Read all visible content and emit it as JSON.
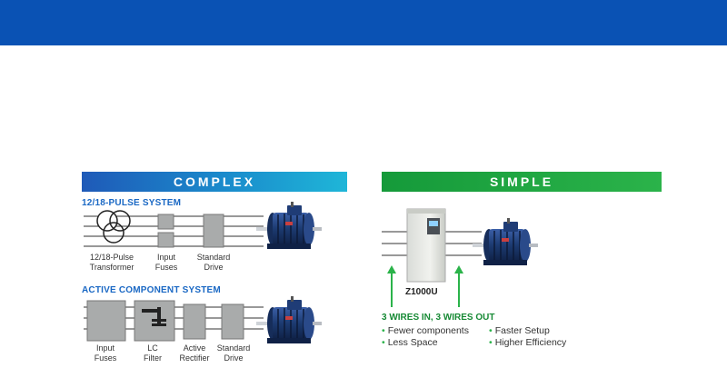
{
  "complex": {
    "header": "COMPLEX",
    "pulse_section": {
      "title": "12/18-PULSE SYSTEM",
      "components": [
        "12/18-Pulse Transformer",
        "Input Fuses",
        "Standard Drive"
      ]
    },
    "active_section": {
      "title": "ACTIVE COMPONENT SYSTEM",
      "components": [
        "Input Fuses",
        "LC Filter",
        "Active Rectifier",
        "Standard Drive"
      ]
    }
  },
  "simple": {
    "header": "SIMPLE",
    "drive_model": "Z1000U",
    "wires_title": "3 WIRES IN, 3 WIRES OUT",
    "benefits": [
      "Fewer components",
      "Less Space",
      "Faster Setup",
      "Higher Efficiency"
    ]
  },
  "colors": {
    "top_bar": "#0a52b4",
    "complex_accent": "#1a68c4",
    "simple_accent": "#178a35",
    "motor": "#1c3a70"
  }
}
